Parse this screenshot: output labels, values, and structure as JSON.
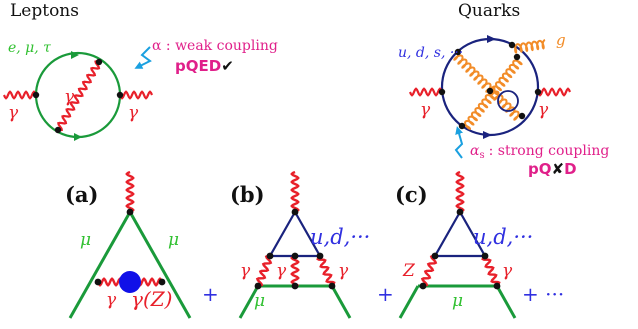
{
  "headers": {
    "leptons": "Leptons",
    "quarks": "Quarks"
  },
  "lepton_loop": {
    "flavors": "e, μ, τ",
    "photon": "γ",
    "coupling": "α : weak coupling",
    "method": "pQED",
    "verdict": "✔"
  },
  "quark_loop": {
    "flavors": "u, d, s, ···",
    "gluon": "g",
    "photon": "γ",
    "coupling": "αs : strong coupling",
    "coupling_symbol": "α",
    "coupling_sub": "s",
    "coupling_text": ": strong coupling",
    "method_left": "pQ",
    "method_right": "D",
    "verdict": "✘"
  },
  "panels": {
    "a": {
      "label": "(a)",
      "mu_left": "μ",
      "mu_right": "μ",
      "gamma": "γ",
      "gamma_z": "γ(Z)"
    },
    "b": {
      "label": "(b)",
      "quarks": "u,d,···",
      "gamma": "γ",
      "mu": "μ"
    },
    "c": {
      "label": "(c)",
      "quarks": "u,d,···",
      "z": "Z",
      "gamma": "γ",
      "mu": "μ"
    }
  },
  "operators": {
    "plus": "+",
    "ellipsis": "+ ···"
  },
  "colors": {
    "photon": "#e8202a",
    "lepton": "#1a9a3a",
    "quark": "#1a237e",
    "gluon": "#f28c28",
    "accent": "#e0208a",
    "arrow": "#1aa0e0",
    "blob": "#1010e8",
    "label_blue": "#3030e0",
    "label_green": "#30c030"
  }
}
